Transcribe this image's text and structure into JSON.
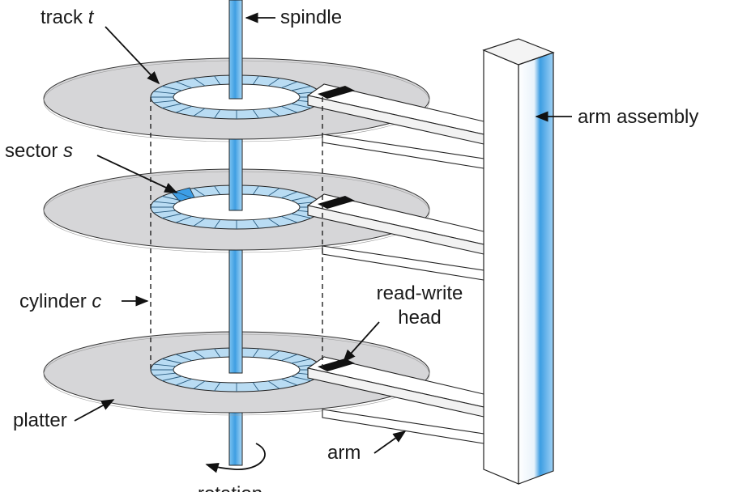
{
  "labels": {
    "track": "track",
    "track_var": "t",
    "spindle": "spindle",
    "arm_assembly": "arm assembly",
    "sector": "sector",
    "sector_var": "s",
    "cylinder": "cylinder",
    "cylinder_var": "c",
    "read_write_head_line1": "read-write",
    "read_write_head_line2": "head",
    "platter": "platter",
    "arm": "arm",
    "rotation": "rotation"
  },
  "colors": {
    "platter": "#d7d7d9",
    "track_ring": "#b9dcf3",
    "sector_highlight": "#3d9ee6",
    "spindle": "#5ab0ea",
    "head": "#111111"
  }
}
